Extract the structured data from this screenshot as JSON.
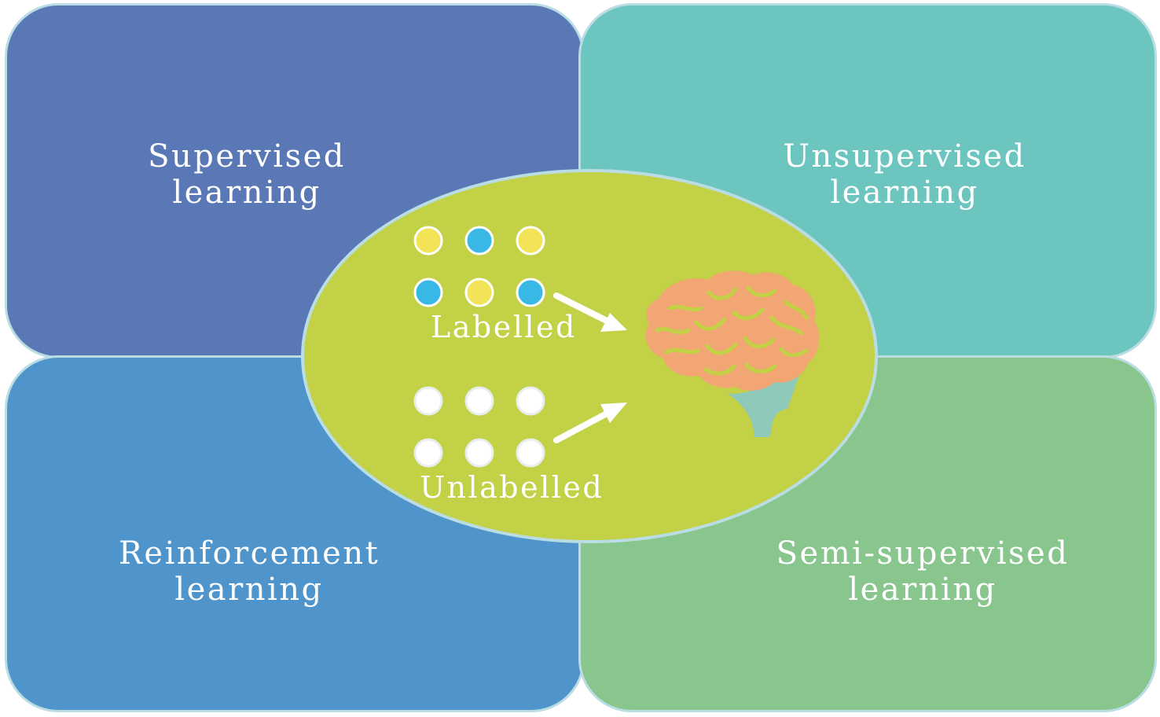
{
  "quadrants": {
    "top_left": {
      "line1": "Supervised",
      "line2": "learning",
      "color": "#5b78b6"
    },
    "top_right": {
      "line1": "Unsupervised",
      "line2": "learning",
      "color": "#6dc5c0"
    },
    "bottom_left": {
      "line1": "Reinforcement",
      "line2": "learning",
      "color": "#4f95cb"
    },
    "bottom_right": {
      "line1": "Semi-supervised",
      "line2": "learning",
      "color": "#88c68d"
    }
  },
  "center": {
    "labelled": "Labelled",
    "unlabelled": "Unlabelled",
    "ellipse_color": "#c2d145",
    "dot_yellow": "#f3e356",
    "dot_blue": "#39b8e6",
    "dot_white": "#ffffff",
    "brain_color": "#f1a674",
    "stem_color": "#8fc9b9",
    "icons": [
      "brain-icon",
      "arrow-icon"
    ]
  }
}
